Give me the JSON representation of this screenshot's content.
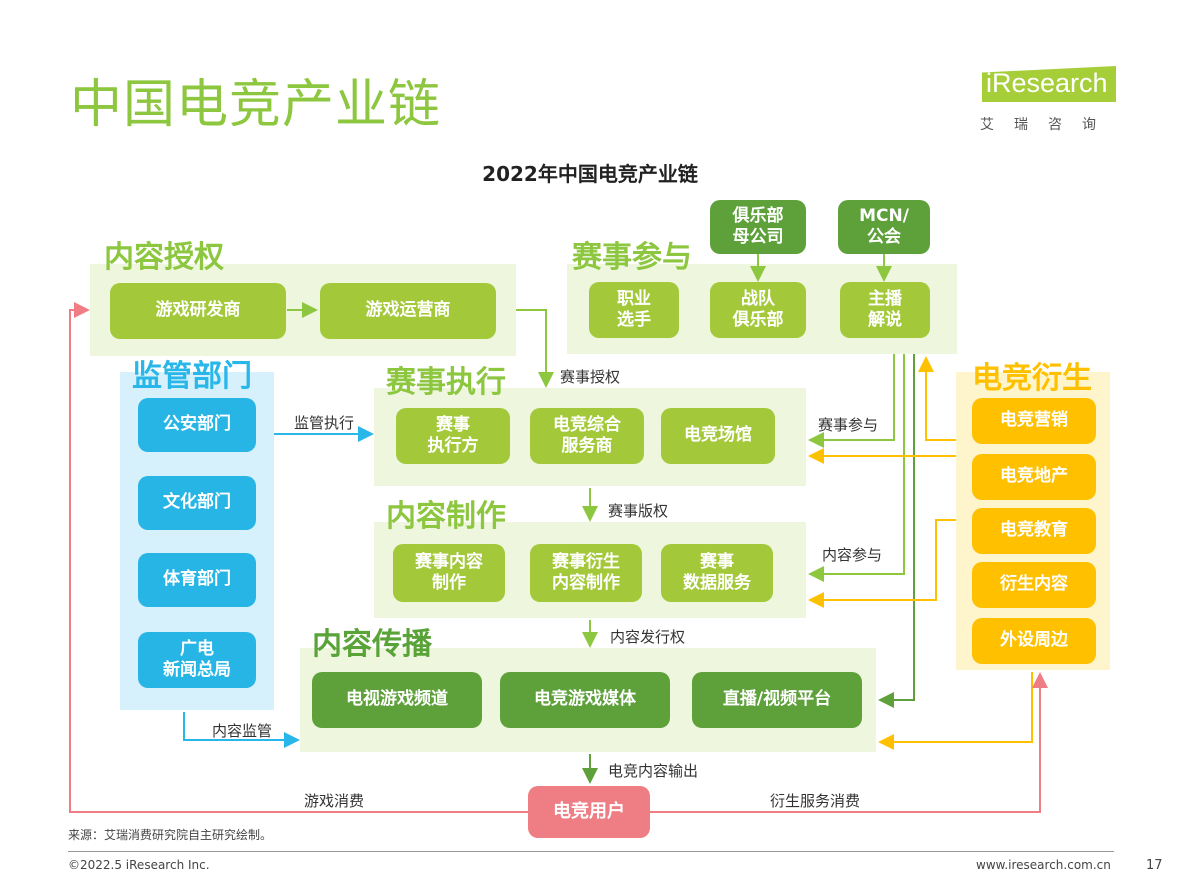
{
  "page": {
    "title": "中国电竞产业链",
    "diagram_title": "2022年中国电竞产业链",
    "logo_main": "iResearch",
    "logo_sub": "艾瑞咨询",
    "source": "来源：艾瑞消费研究院自主研究绘制。",
    "copyright": "©2022.5 iResearch Inc.",
    "website": "www.iresearch.com.cn",
    "page_number": "17"
  },
  "colors": {
    "title_green": "#8dc63f",
    "light_green": "#a3c93a",
    "dark_green": "#5ea13b",
    "blue": "#27b5e6",
    "yellow": "#ffc000",
    "pink": "#ee7d84",
    "panel_green": "#eef6dd",
    "panel_blue": "#d6f1fb",
    "panel_yellow": "#fff5cc"
  },
  "sections": {
    "content_license": {
      "title": "内容授权",
      "items": [
        "游戏研发商",
        "游戏运营商"
      ]
    },
    "event_participation": {
      "title": "赛事参与",
      "items": [
        "职业\n选手",
        "战队\n俱乐部",
        "主播\n解说"
      ],
      "parents": [
        "俱乐部\n母公司",
        "MCN/\n公会"
      ]
    },
    "regulation": {
      "title": "监管部门",
      "items": [
        "公安部门",
        "文化部门",
        "体育部门",
        "广电\n新闻总局"
      ]
    },
    "event_execution": {
      "title": "赛事执行",
      "items": [
        "赛事\n执行方",
        "电竞综合\n服务商",
        "电竞场馆"
      ]
    },
    "content_production": {
      "title": "内容制作",
      "items": [
        "赛事内容\n制作",
        "赛事衍生\n内容制作",
        "赛事\n数据服务"
      ]
    },
    "content_distribution": {
      "title": "内容传播",
      "items": [
        "电视游戏频道",
        "电竞游戏媒体",
        "直播/视频平台"
      ]
    },
    "derivatives": {
      "title": "电竞衍生",
      "items": [
        "电竞营销",
        "电竞地产",
        "电竞教育",
        "衍生内容",
        "外设周边"
      ]
    },
    "users": {
      "label": "电竞用户"
    }
  },
  "flow_labels": {
    "event_license": "赛事授权",
    "regulation_exec": "监管执行",
    "event_participate": "赛事参与",
    "event_copyright": "赛事版权",
    "content_participate": "内容参与",
    "content_distribution_right": "内容发行权",
    "content_supervision": "内容监管",
    "content_output": "电竞内容输出",
    "game_consumption": "游戏消费",
    "derivative_consumption": "衍生服务消费"
  }
}
